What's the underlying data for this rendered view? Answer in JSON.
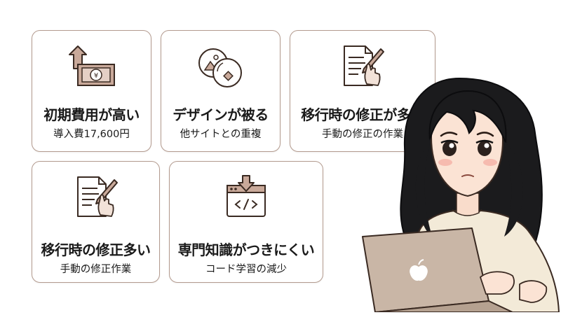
{
  "cards": [
    {
      "title": "初期費用が高い",
      "subtitle": "導入費17,600円",
      "icon": "money-up-arrow-icon"
    },
    {
      "title": "デザインが被る",
      "subtitle": "他サイトとの重複",
      "icon": "overlapping-images-icon"
    },
    {
      "title": "移行時の修正が多い",
      "subtitle": "手動の修正の作業",
      "icon": "document-edit-hand-icon"
    },
    {
      "title": "移行時の修正多い",
      "subtitle": "手動の修正作業",
      "icon": "document-edit-hand-icon"
    },
    {
      "title": "専門知識がつきにくい",
      "subtitle": "コード学習の減少",
      "icon": "code-window-download-icon"
    }
  ],
  "colors": {
    "border": "#b39a8e",
    "icon_fill": "#c9a99a",
    "icon_stroke": "#3a2a22",
    "text": "#1a1a1a"
  }
}
